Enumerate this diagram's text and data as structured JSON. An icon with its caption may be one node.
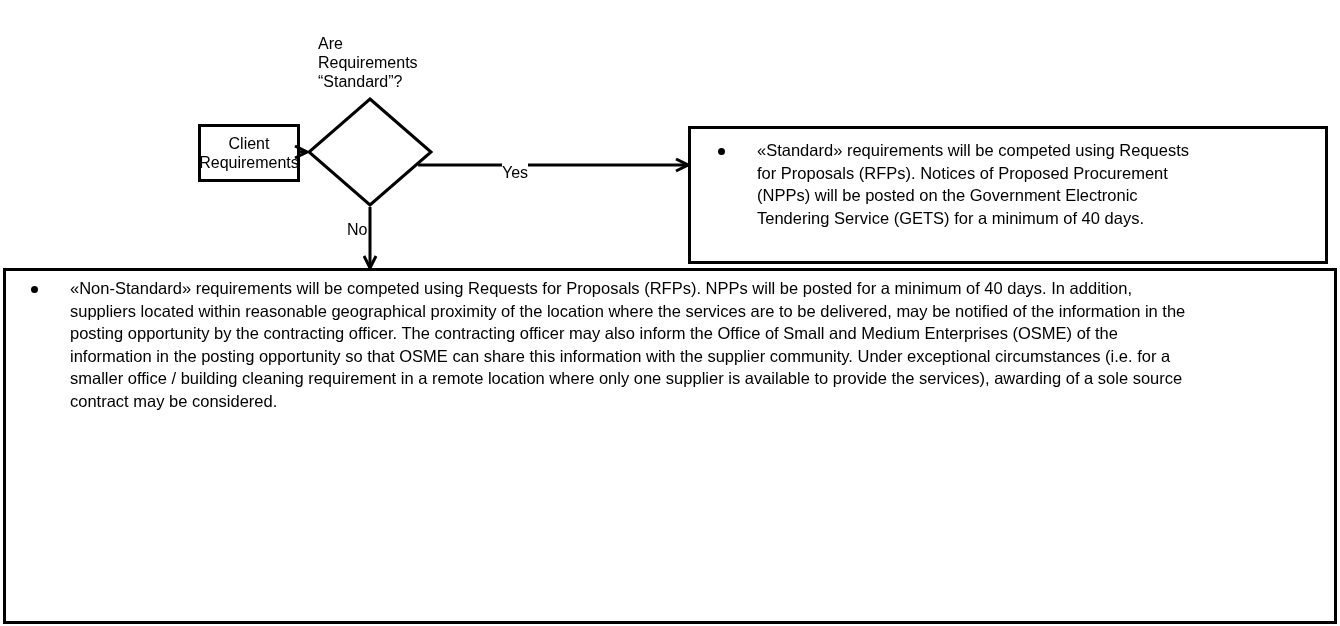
{
  "diagram": {
    "nodes": [
      {
        "text": [
          "Client Requirements"
        ]
      },
      {
        "text": [
          "Are Requirements “Standard”?"
        ]
      },
      {
        "text": [
          "«Standard» requirements will be competed using Requests for Proposals (RFPs).  Notices of Proposed Procurement (NPPs) will be posted on the Government Electronic Tendering Service (GETS) for a minimum of 40 days."
        ]
      },
      {
        "text": [
          "«Non-Standard» requirements will be competed using Requests for Proposals (RFPs).  NPPs will be posted for a minimum of 40 days.  In addition, suppliers located within reasonable geographical proximity of the location where the services are to be delivered, may be notified of the information in the posting opportunity by the contracting officer. The contracting officer may also inform the Office of Small and Medium Enterprises (OSME) of the information in the posting opportunity so that OSME can share this information with the supplier community. Under exceptional circumstances (i.e. for a smaller office / building cleaning requirement in a remote location where only one supplier is available to provide the services), awarding of a sole source contract may be considered."
        ]
      }
    ],
    "edges": [
      {
        "from": 0,
        "to": 1,
        "arrow": "to"
      },
      {
        "from": 1,
        "to": 2,
        "arrow": "to",
        "label": "Yes"
      },
      {
        "from": 1,
        "to": 3,
        "arrow": "to",
        "label": "No"
      }
    ]
  }
}
